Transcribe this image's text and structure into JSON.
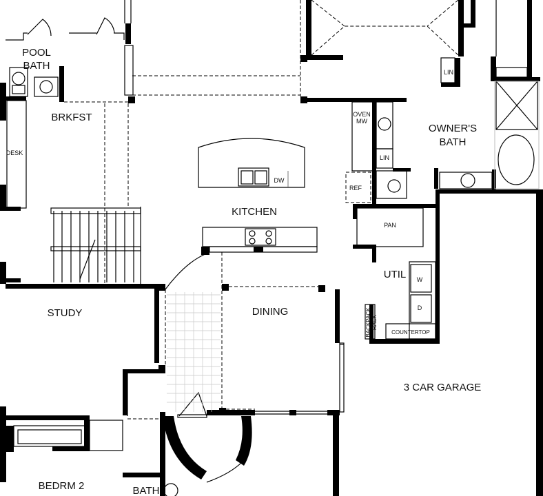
{
  "rooms": {
    "pool_bath_line1": "POOL",
    "pool_bath_line2": "BATH",
    "breakfast": "BRKFST",
    "desk": "DESK",
    "kitchen": "KITCHEN",
    "dw": "DW",
    "oven_line1": "OVEN",
    "oven_line2": "MW",
    "ref": "REF",
    "lin_upper": "LIN",
    "lin_lower": "LIN",
    "owners_bath_line1": "OWNER'S",
    "owners_bath_line2": "BATH",
    "pan": "PAN",
    "util": "UTIL",
    "washer": "W",
    "dryer": "D",
    "backpack_line1": "BACKPACK",
    "backpack_line2": "RACK",
    "countertop": "COUNTERTOP",
    "study": "STUDY",
    "dining": "DINING",
    "garage": "3 CAR GARAGE",
    "bedroom2": "BEDRM 2",
    "bath": "BATH"
  },
  "colors": {
    "wall": "#000000",
    "tile_grid": "#c9c9c9",
    "background": "#ffffff"
  }
}
